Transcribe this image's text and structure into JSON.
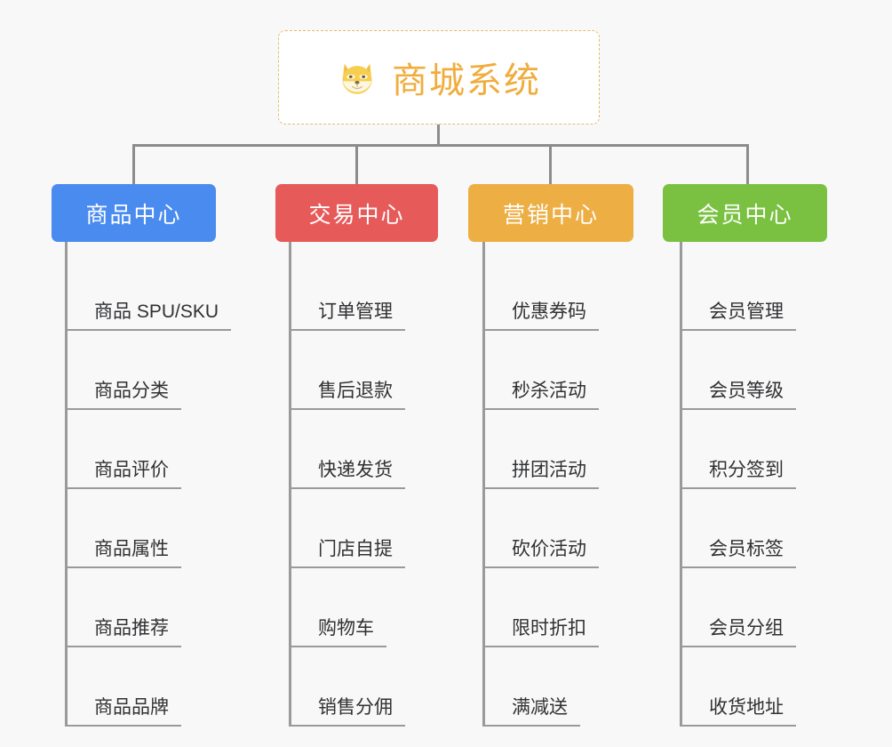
{
  "diagram": {
    "title": "商城系统",
    "icon": "shiba-dog-face-icon",
    "background_color": "#f8f8f8",
    "title_color": "#f0ad3e",
    "connector_color": "#8c8c8c",
    "columns": [
      {
        "key": "product-center",
        "label": "商品中心",
        "color": "#4a8bf0",
        "items": [
          "商品 SPU/SKU",
          "商品分类",
          "商品评价",
          "商品属性",
          "商品推荐",
          "商品品牌"
        ]
      },
      {
        "key": "trade-center",
        "label": "交易中心",
        "color": "#e75a5a",
        "items": [
          "订单管理",
          "售后退款",
          "快递发货",
          "门店自提",
          "购物车",
          "销售分佣"
        ]
      },
      {
        "key": "marketing-center",
        "label": "营销中心",
        "color": "#edae44",
        "items": [
          "优惠券码",
          "秒杀活动",
          "拼团活动",
          "砍价活动",
          "限时折扣",
          "满减送"
        ]
      },
      {
        "key": "member-center",
        "label": "会员中心",
        "color": "#7ac142",
        "items": [
          "会员管理",
          "会员等级",
          "积分签到",
          "会员标签",
          "会员分组",
          "收货地址"
        ]
      }
    ]
  }
}
